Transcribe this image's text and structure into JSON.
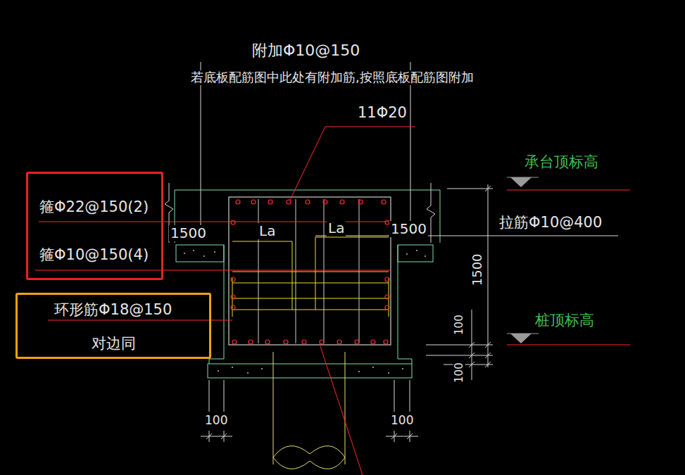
{
  "diagram": {
    "nodes": [
      {
        "text": [
          "箍Φ22@150(2)",
          "箍Φ10@150(4)"
        ]
      },
      {
        "text": [
          "环形筋Φ18@150",
          "对边同"
        ]
      }
    ],
    "labels": [
      "附加Φ10@150",
      "若底板配筋图中此处有附加筋,按照底板配筋图附加",
      "11Φ20",
      "承台顶标高",
      "1500",
      "La",
      "La",
      "1500",
      "拉筋Φ10@400",
      "1500",
      "桩顶标高",
      "100",
      "100",
      "100",
      "100"
    ]
  }
}
